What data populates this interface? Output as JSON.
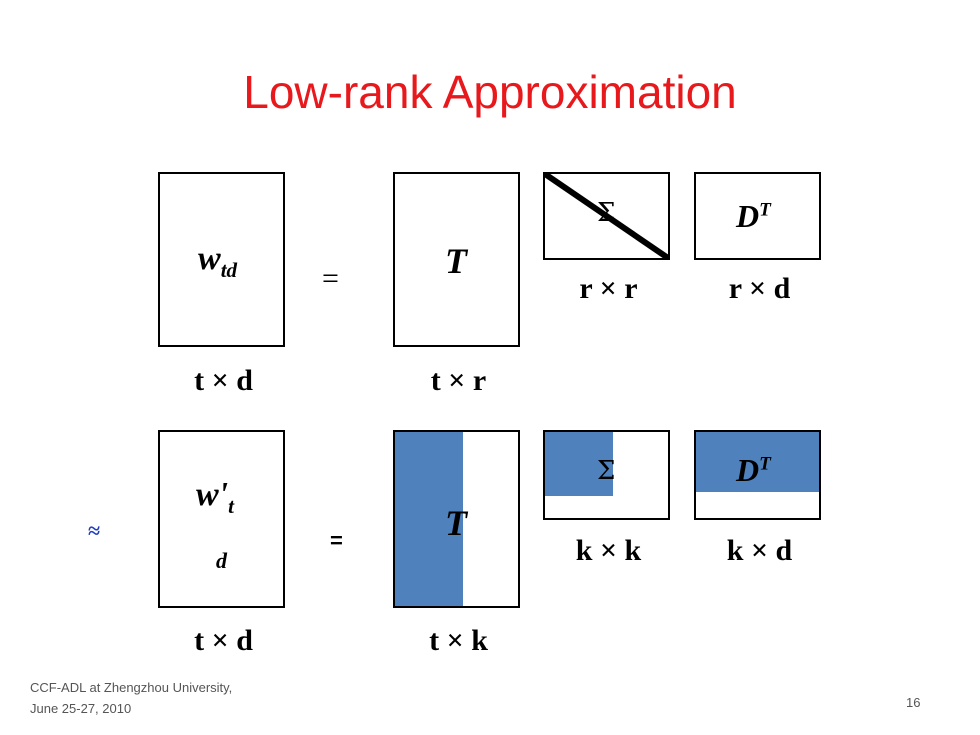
{
  "title": "Low-rank Approximation",
  "row1": {
    "w_base": "w",
    "w_sub": "td",
    "equals": "=",
    "t_label": "T",
    "sigma": "Σ",
    "dt_base": "D",
    "dt_sup": "T",
    "dim_wtd": "t × d",
    "dim_t": "t × r",
    "dim_sigma": "r × r",
    "dim_dt": "r × d"
  },
  "row2": {
    "approx": "≈",
    "w_base": "w'",
    "w_sub": "t",
    "w_sub2": "d",
    "equals": "=",
    "t_label": "T",
    "sigma": "Σ",
    "dt_base": "D",
    "dt_sup": "T",
    "dim_w": "t × d",
    "dim_t": "t × k",
    "dim_sigma": "k × k",
    "dim_dt": "k × d"
  },
  "footer": {
    "line1": "CCF-ADL at Zhengzhou University,",
    "line2": "June 25-27, 2010",
    "page_number": "16"
  },
  "colors": {
    "title": "#e8191c",
    "fill": "#4f81bd",
    "approx": "#1f3fbf"
  }
}
